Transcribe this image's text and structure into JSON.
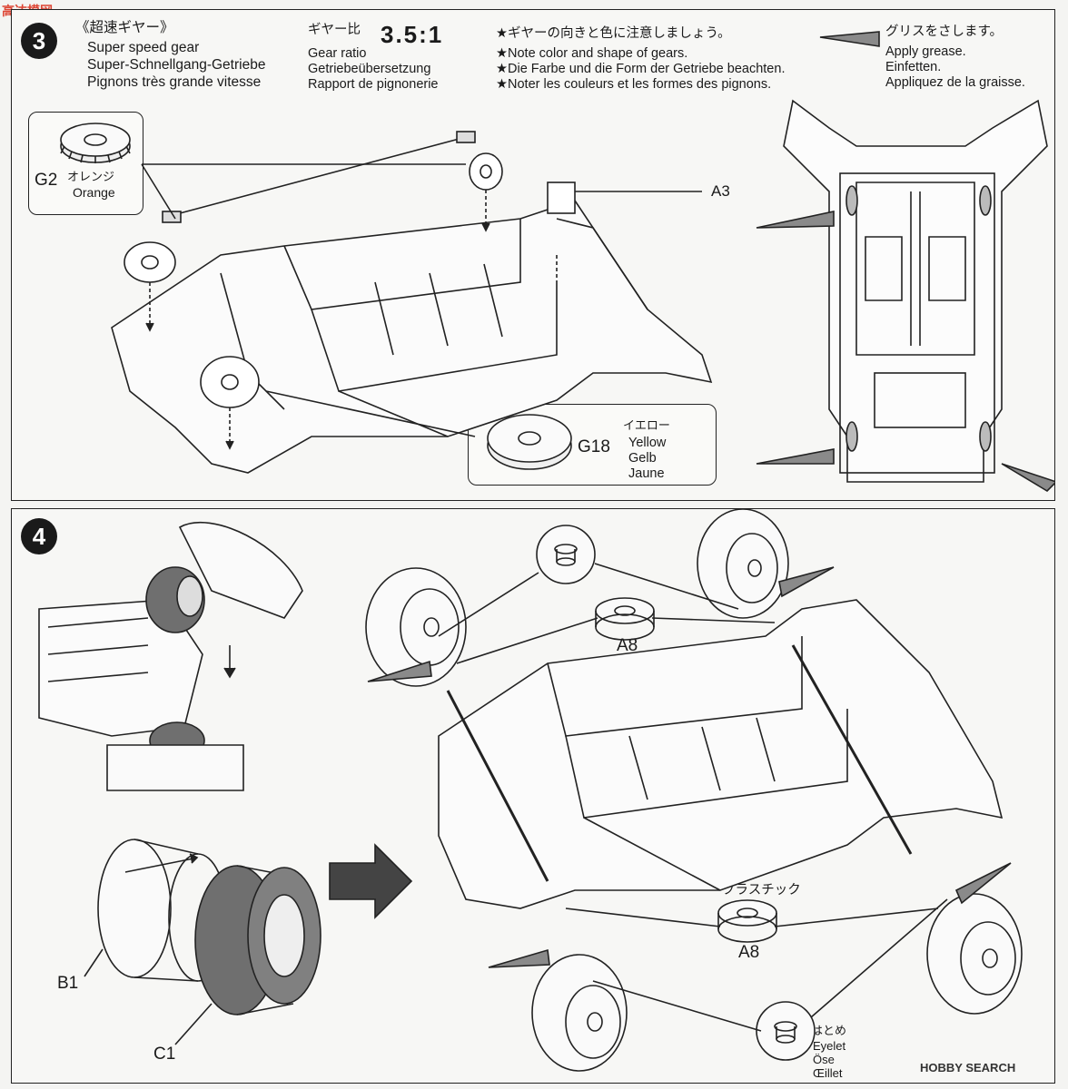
{
  "logo": "高达模网",
  "step3": {
    "number": "3",
    "title_jp": "《超速ギヤー》",
    "title_en": "Super speed gear",
    "title_de": "Super-Schnellgang-Getriebe",
    "title_fr": "Pignons très grande vitesse",
    "ratio_jp": "ギヤー比",
    "ratio_value": "3.5:1",
    "ratio_en": "Gear ratio",
    "ratio_de": "Getriebeübersetzung",
    "ratio_fr": "Rapport de pignonerie",
    "note_jp": "★ギヤーの向きと色に注意しましょう。",
    "note_en": "★Note color and shape of gears.",
    "note_de": "★Die Farbe und die Form der Getriebe beachten.",
    "note_fr": "★Noter les couleurs et les formes des pignons.",
    "grease_jp": "グリスをさします。",
    "grease_en": "Apply grease.",
    "grease_de": "Einfetten.",
    "grease_fr": "Appliquez de la graisse.",
    "g2_code": "G2",
    "g2_jp": "オレンジ",
    "g2_en": "Orange",
    "a3_label": "A3",
    "g18_code": "G18",
    "g18_jp": "イエロー",
    "g18_en": "Yellow",
    "g18_de": "Gelb",
    "g18_fr": "Jaune"
  },
  "step4": {
    "number": "4",
    "a8_top": "A8",
    "a8_bottom": "A8",
    "plastic_jp": "プラスチック",
    "b1_label": "B1",
    "c1_label": "C1",
    "eyelet_jp": "はとめ",
    "eyelet_en": "Eyelet",
    "eyelet_de": "Öse",
    "eyelet_fr": "Œillet"
  },
  "watermark": "HOBBY SEARCH"
}
